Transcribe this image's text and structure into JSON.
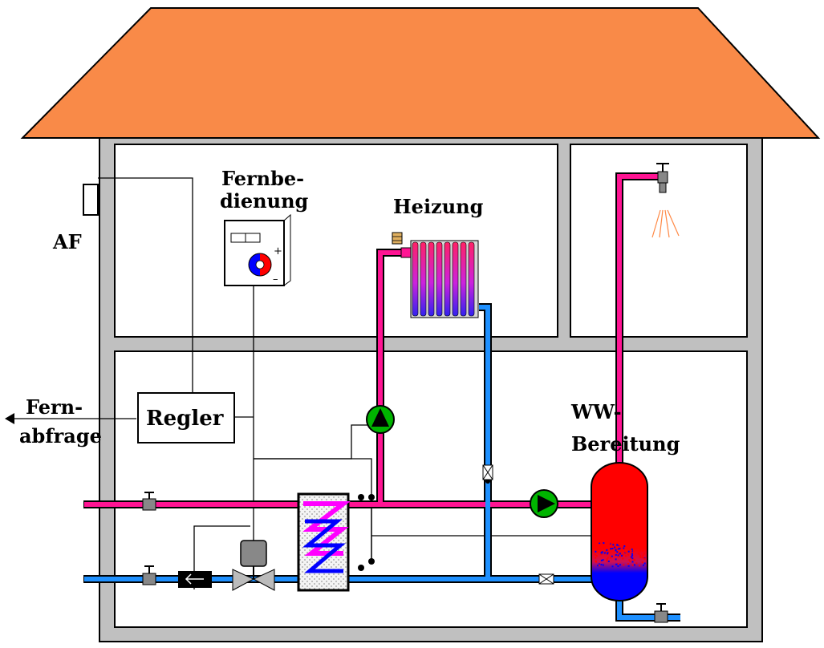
{
  "labels": {
    "af": "AF",
    "fernbedienung_line1": "Fernbe-",
    "fernbedienung_line2": "dienung",
    "heizung": "Heizung",
    "regler": "Regler",
    "fernabfrage_line1": "Fern-",
    "fernabfrage_line2": "abfrage",
    "ww_line1": "WW-",
    "ww_line2": "Bereitung"
  },
  "remote_control_symbols": {
    "plus": "+",
    "minus": "–"
  },
  "icons": {
    "check_valve": "left-arrow-icon",
    "remote_control": "dial-icon",
    "tap": "tap-icon",
    "pump": "pump-icon"
  },
  "colors": {
    "roof": "#f98a48",
    "wall": "#c0c0c0",
    "outline": "#000000",
    "hot_pipe": "#ff1493",
    "cold_pipe": "#1e90ff",
    "pump_fill": "#00b400",
    "tank_hot": "#ff0000",
    "tank_cold": "#0000ff",
    "valve_actuator": "#888888"
  }
}
